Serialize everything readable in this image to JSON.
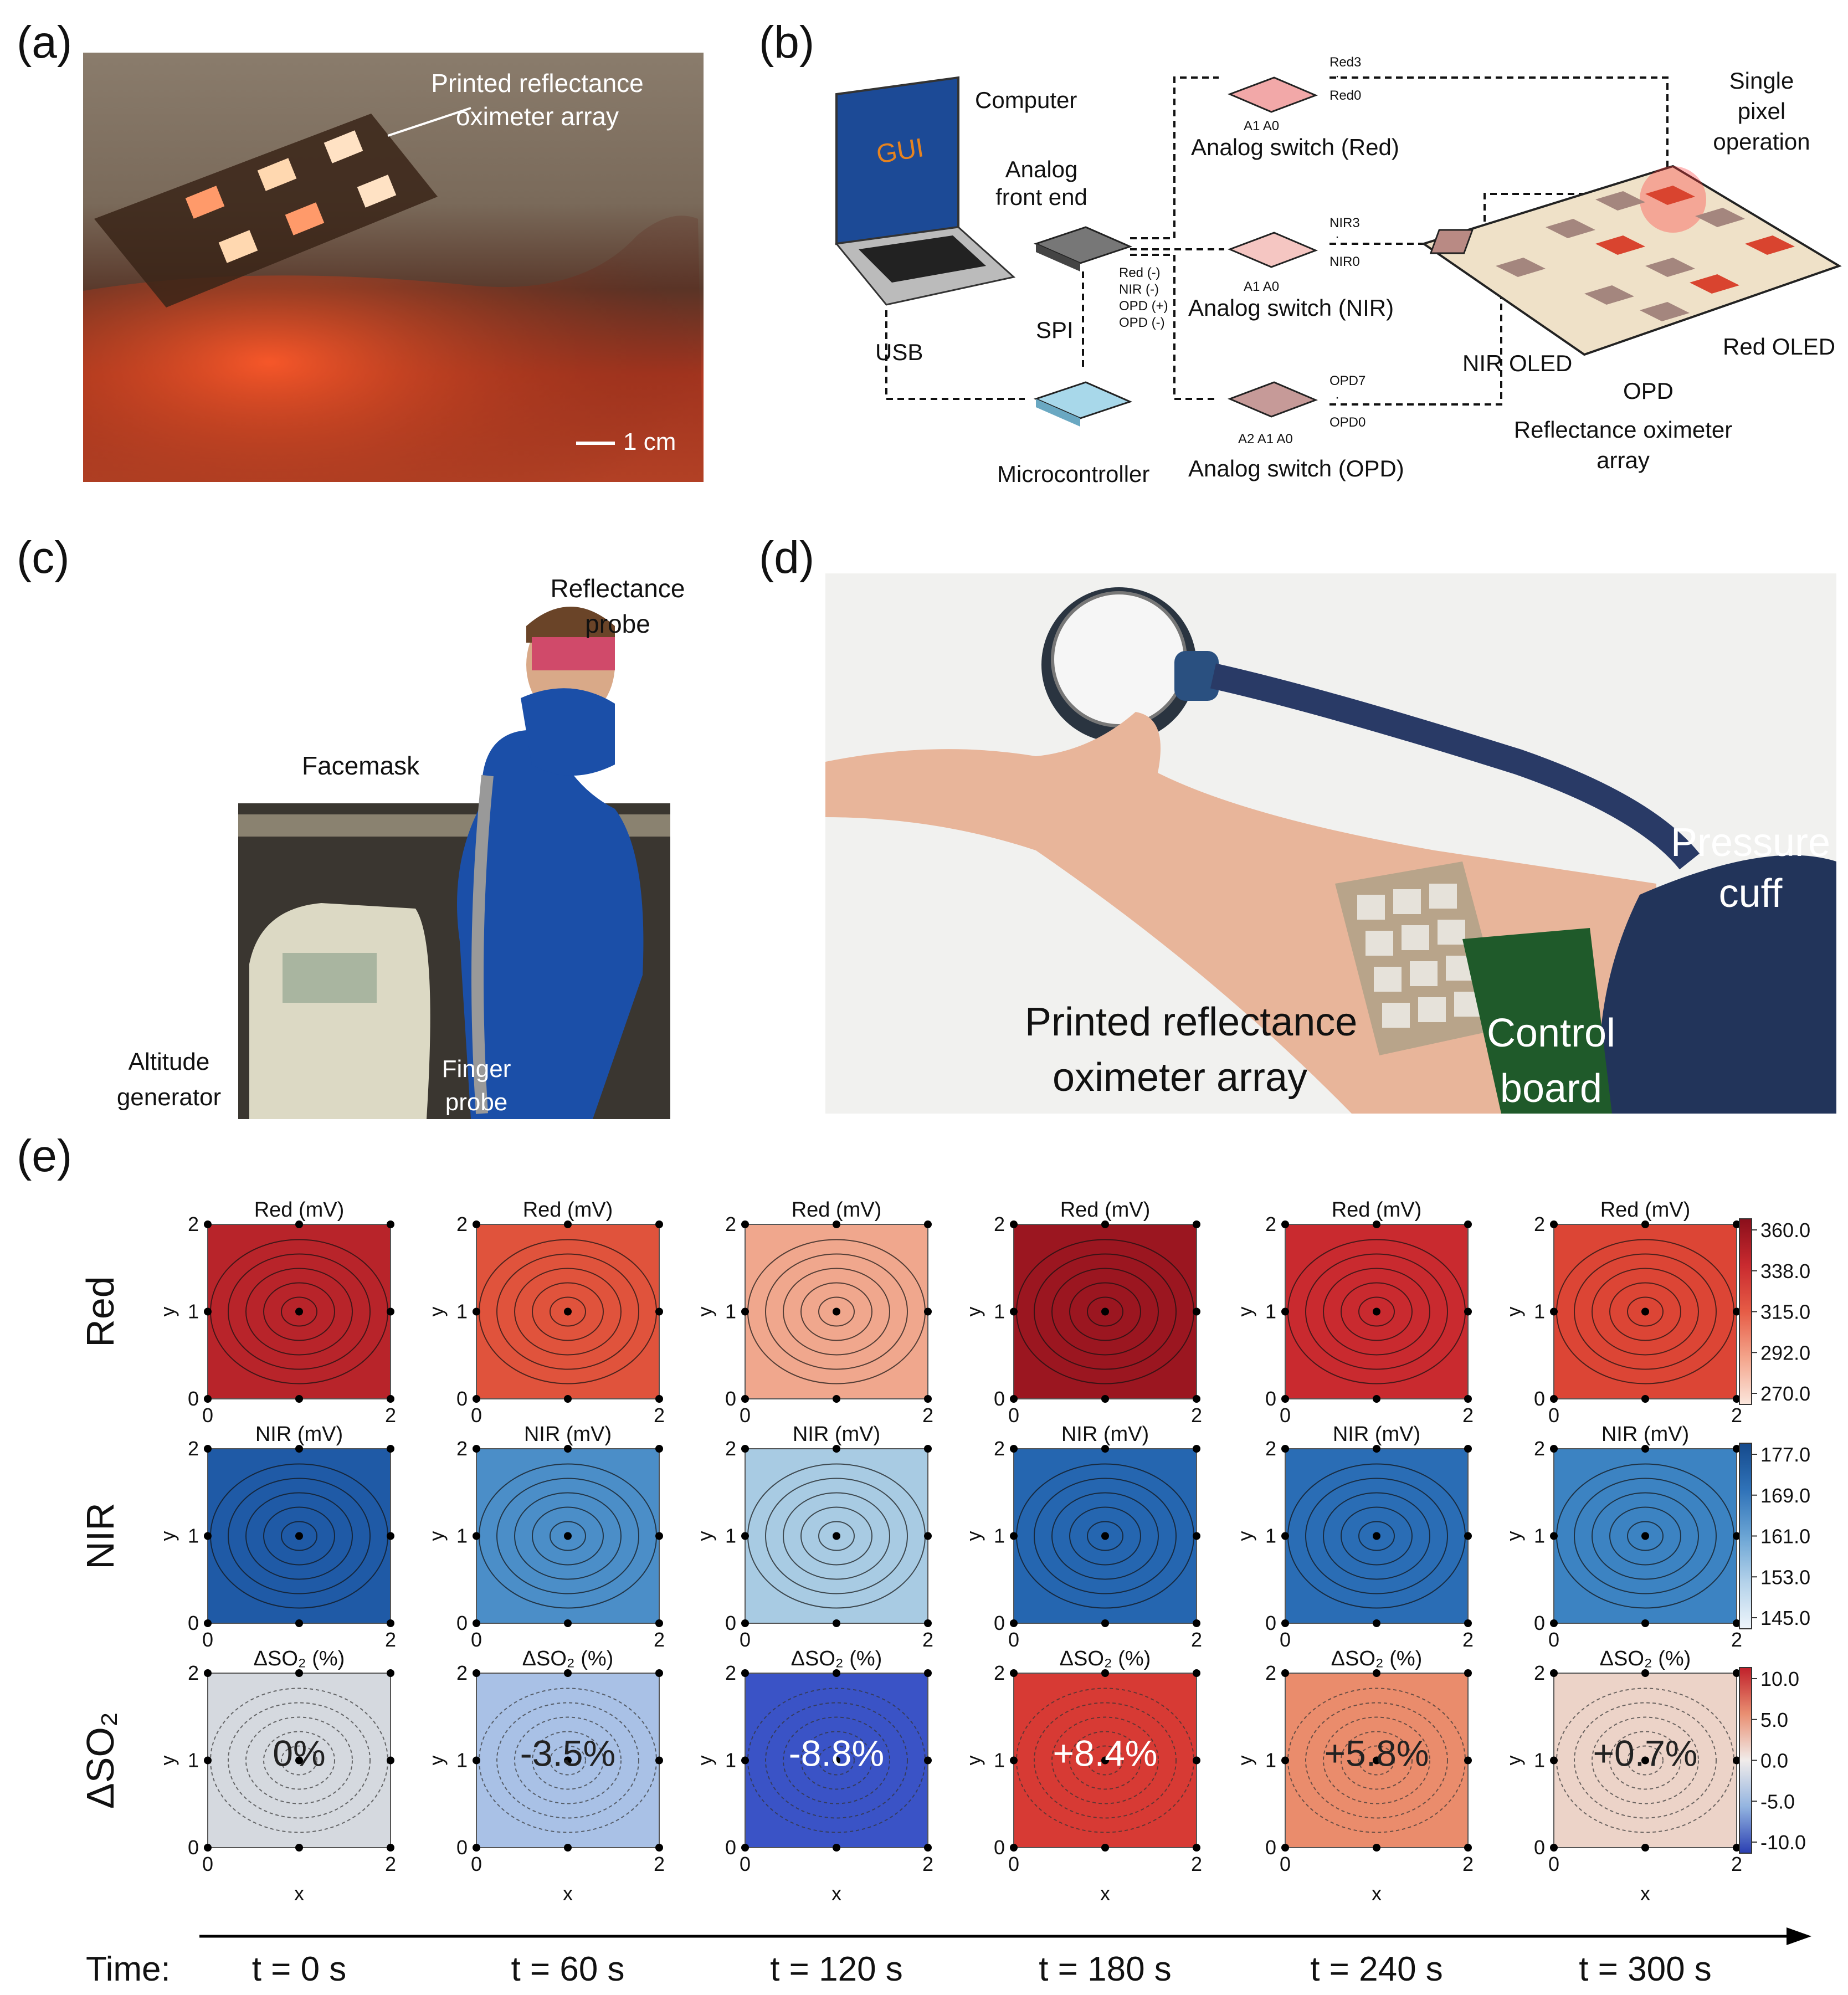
{
  "panel_labels": {
    "a": "(a)",
    "b": "(b)",
    "c": "(c)",
    "d": "(d)",
    "e": "(e)"
  },
  "panel_a": {
    "annotation": [
      "Printed reflectance",
      "oximeter array"
    ],
    "scale_bar": "1 cm"
  },
  "panel_b": {
    "computer": "Computer",
    "gui": "GUI",
    "usb": "USB",
    "spi": "SPI",
    "afe": [
      "Analog",
      "front end"
    ],
    "afe_pins": [
      "Red (-)",
      "NIR (-)",
      "OPD (+)",
      "OPD (-)"
    ],
    "microcontroller": "Microcontroller",
    "switch_red": "Analog switch (Red)",
    "switch_nir": "Analog switch (NIR)",
    "switch_opd": "Analog switch (OPD)",
    "red_pins": [
      "Red3",
      "·",
      "Red0"
    ],
    "nir_pins": [
      "NIR3",
      "·",
      "NIR0"
    ],
    "opd_pins": [
      "OPD7",
      "·",
      "OPD0"
    ],
    "addr_red": "A1 A0",
    "addr_nir": "A1 A0",
    "addr_opd": "A2 A1 A0",
    "single_pixel": [
      "Single",
      "pixel",
      "operation"
    ],
    "nir_oled": "NIR OLED",
    "red_oled": "Red OLED",
    "opd": "OPD",
    "array": [
      "Reflectance oximeter",
      "array"
    ]
  },
  "panel_c": {
    "reflectance_probe": [
      "Reflectance",
      "probe"
    ],
    "facemask": "Facemask",
    "altitude_generator": [
      "Altitude",
      "generator"
    ],
    "finger_probe": [
      "Finger",
      "probe"
    ]
  },
  "panel_d": {
    "pressure_cuff": [
      "Pressure",
      "cuff"
    ],
    "array": [
      "Printed reflectance",
      "oximeter array"
    ],
    "control_board": [
      "Control",
      "board"
    ]
  },
  "panel_e": {
    "row_labels": [
      "Red",
      "NIR",
      "ΔSO₂"
    ],
    "row_titles": [
      "Red (mV)",
      "NIR (mV)",
      "ΔSO₂ (%)"
    ],
    "x_label": "x",
    "y_label": "y",
    "axis_ticks": [
      "0",
      "1",
      "2"
    ],
    "time_label": "Time:",
    "times": [
      "t = 0 s",
      "t = 60 s",
      "t = 120 s",
      "t = 180 s",
      "t = 240 s",
      "t = 300 s"
    ],
    "so2_annotations": [
      "0%",
      "-3.5%",
      "-8.8%",
      "+8.4%",
      "+5.8%",
      "+0.7%"
    ],
    "colorbars": {
      "red": [
        "360.0",
        "338.0",
        "315.0",
        "292.0",
        "270.0"
      ],
      "nir": [
        "177.0",
        "169.0",
        "161.0",
        "153.0",
        "145.0"
      ],
      "so2": [
        "10.0",
        "5.0",
        "0.0",
        "-5.0",
        "-10.0"
      ]
    },
    "fill_colors": {
      "red": [
        "#b8242a",
        "#e0533c",
        "#f0a78d",
        "#9b1620",
        "#c92a2f",
        "#dc4535"
      ],
      "nir": [
        "#1f5aa6",
        "#4b8ec8",
        "#a8cbe3",
        "#2566b0",
        "#2a6db5",
        "#3c83c2"
      ],
      "so2": [
        "#d5d9df",
        "#a9c1e6",
        "#3a53c6",
        "#d73a34",
        "#ea8c6c",
        "#ecd3c8"
      ]
    }
  },
  "chart_data": {
    "type": "heatmap",
    "x": [
      0,
      60,
      120,
      180,
      240,
      300
    ],
    "x_unit": "s",
    "series": [
      {
        "name": "ΔSO₂ (%)",
        "values": [
          0,
          -3.5,
          -8.8,
          8.4,
          5.8,
          0.7
        ]
      }
    ],
    "colorbar_ranges": {
      "Red (mV)": [
        270.0,
        360.0
      ],
      "NIR (mV)": [
        145.0,
        177.0
      ],
      "ΔSO₂ (%)": [
        -10.0,
        10.0
      ]
    },
    "xlim": [
      0,
      2
    ],
    "ylim": [
      0,
      2
    ]
  }
}
